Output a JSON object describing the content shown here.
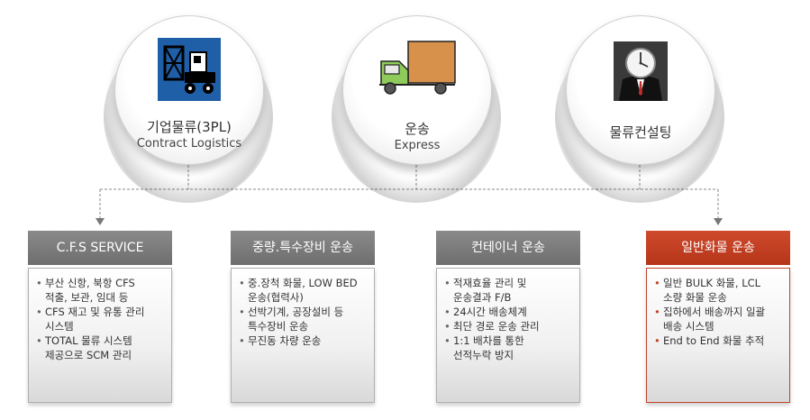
{
  "services": [
    {
      "title": "기업물류(3PL)",
      "subtitle": "Contract Logistics",
      "icon": "warehouse-truck-icon"
    },
    {
      "title": "운송",
      "subtitle": "Express",
      "icon": "truck-icon"
    },
    {
      "title": "물류컨설팅",
      "subtitle": "",
      "icon": "consultant-clock-icon"
    }
  ],
  "columns": [
    {
      "header": "C.F.S  SERVICE",
      "items": [
        [
          "부산 신항, 북항 CFS",
          "적출, 보관, 임대 등"
        ],
        [
          "CFS 재고 및 유통 관리",
          "시스템"
        ],
        [
          " TOTAL 물류 시스템",
          "제공으로 SCM 관리"
        ]
      ]
    },
    {
      "header": "중량.특수장비 운송",
      "items": [
        [
          "중.장척 화물, LOW BED",
          "운송(협력사)"
        ],
        [
          "선박기계, 공장설비 등",
          "특수장비 운송"
        ],
        [
          "무진동 차량 운송"
        ]
      ]
    },
    {
      "header": "컨테이너 운송",
      "items": [
        [
          "적재효율 관리 및",
          "운송결과 F/B"
        ],
        [
          "24시간 배송체계"
        ],
        [
          "최단 경로 운송 관리"
        ],
        [
          "1:1 배차를 통한",
          "선적누락 방지"
        ]
      ]
    },
    {
      "header": "일반화물 운송",
      "items": [
        [
          "일반 BULK 화물, LCL",
          "소량 화물 운송"
        ],
        [
          "집하에서 배송까지 일괄",
          "배송 시스템"
        ],
        [
          "End to End 화물 추적"
        ]
      ]
    }
  ],
  "colors": {
    "gray_header": "#7a7a7a",
    "accent_red": "#c0442a"
  }
}
